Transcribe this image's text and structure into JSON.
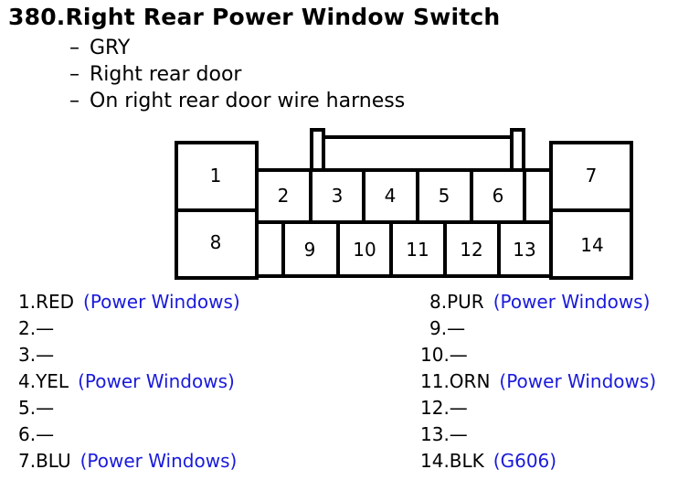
{
  "title": "380.Right Rear Power Window Switch",
  "description": [
    "GRY",
    "Right rear door",
    "On right rear door wire harness"
  ],
  "connector": {
    "cells": [
      "1",
      "2",
      "3",
      "4",
      "5",
      "6",
      "7",
      "8",
      "9",
      "10",
      "11",
      "12",
      "13",
      "14"
    ]
  },
  "pins_left": [
    {
      "label": "1.RED",
      "note": "(Power Windows)"
    },
    {
      "label": "2.—",
      "note": ""
    },
    {
      "label": "3.—",
      "note": ""
    },
    {
      "label": "4.YEL",
      "note": "(Power Windows)"
    },
    {
      "label": "5.—",
      "note": ""
    },
    {
      "label": "6.—",
      "note": ""
    },
    {
      "label": "7.BLU",
      "note": "(Power Windows)"
    }
  ],
  "pins_right": [
    {
      "label": "8.PUR",
      "note": "(Power Windows)"
    },
    {
      "label": "9.—",
      "note": ""
    },
    {
      "label": "10.—",
      "note": ""
    },
    {
      "label": "11.ORN",
      "note": "(Power Windows)"
    },
    {
      "label": "12.—",
      "note": ""
    },
    {
      "label": "13.—",
      "note": ""
    },
    {
      "label": "14.BLK",
      "note": "(G606)"
    }
  ],
  "colors": {
    "note": "#1a1adc"
  }
}
